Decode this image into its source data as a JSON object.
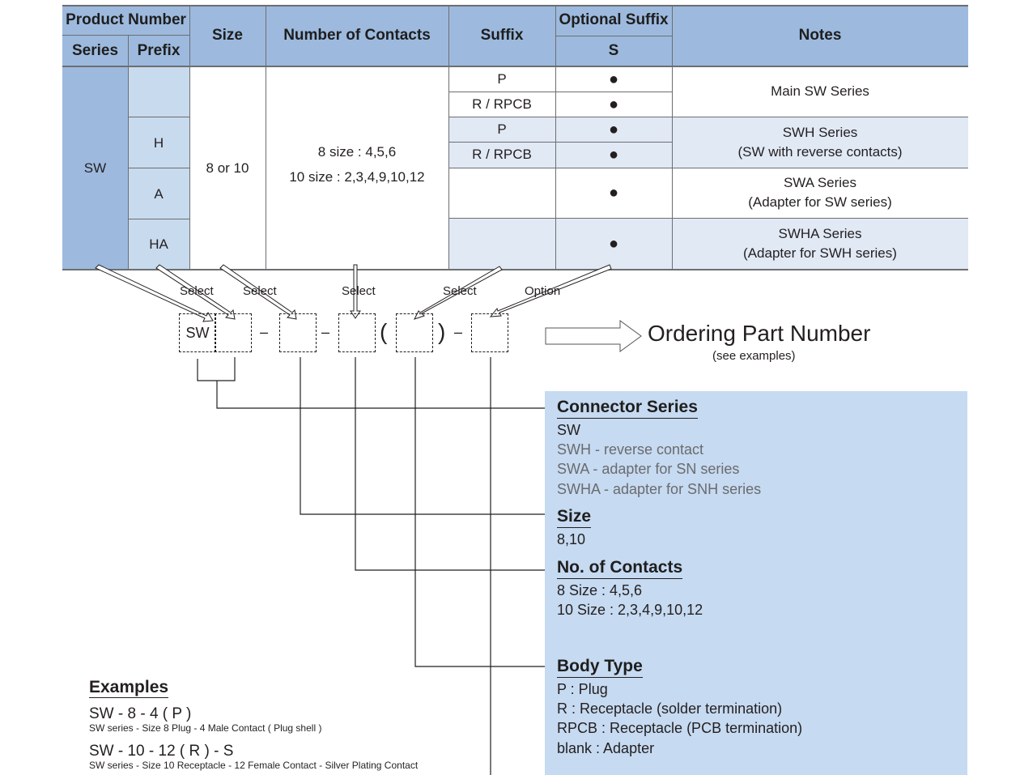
{
  "table": {
    "headers": {
      "product_number": "Product Number",
      "series": "Series",
      "prefix": "Prefix",
      "size": "Size",
      "contacts": "Number of Contacts",
      "suffix": "Suffix",
      "optional_suffix": "Optional Suffix",
      "optional_suffix_code": "S",
      "notes": "Notes"
    },
    "series_value": "SW",
    "prefixes": [
      "",
      "H",
      "A",
      "HA"
    ],
    "size_value": "8 or 10",
    "contacts_lines": [
      "8 size : 4,5,6",
      "10 size : 2,3,4,9,10,12"
    ],
    "suffix_rows": [
      "P",
      "R / RPCB",
      "P",
      "R / RPCB",
      "",
      ""
    ],
    "optional_mark": "●",
    "notes": [
      {
        "line1": "Main SW Series",
        "line2": ""
      },
      {
        "line1": "SWH Series",
        "line2": "(SW with reverse contacts)"
      },
      {
        "line1": "SWA Series",
        "line2": "(Adapter for SW series)"
      },
      {
        "line1": "SWHA Series",
        "line2": "(Adapter for SWH series)"
      }
    ]
  },
  "builder": {
    "arrow_labels": [
      "Select",
      "Select",
      "Select",
      "Select",
      "Option"
    ],
    "fixed_series": "SW",
    "dash": "–",
    "open_paren": "(",
    "close_paren": ")",
    "result_title": "Ordering Part Number",
    "result_subtitle": "(see examples)"
  },
  "panel": {
    "connector_series": {
      "title": "Connector Series",
      "items": [
        "SW",
        "SWH - reverse contact",
        "SWA - adapter for SN series",
        "SWHA - adapter for SNH series"
      ]
    },
    "size": {
      "title": "Size",
      "items": [
        "8,10"
      ]
    },
    "contacts": {
      "title": "No. of Contacts",
      "items": [
        "8 Size : 4,5,6",
        "10 Size : 2,3,4,9,10,12"
      ]
    },
    "body_type": {
      "title": "Body Type",
      "items": [
        "P : Plug",
        "R : Receptacle (solder termination)",
        "RPCB : Receptacle (PCB termination)",
        "blank : Adapter"
      ]
    }
  },
  "examples": {
    "title": "Examples",
    "items": [
      {
        "code": "SW - 8 - 4 ( P )",
        "desc": "SW series - Size 8 Plug - 4 Male Contact ( Plug shell )"
      },
      {
        "code": "SW - 10 - 12 ( R ) - S",
        "desc": "SW series - Size 10 Receptacle - 12 Female Contact - Silver Plating Contact"
      }
    ]
  }
}
